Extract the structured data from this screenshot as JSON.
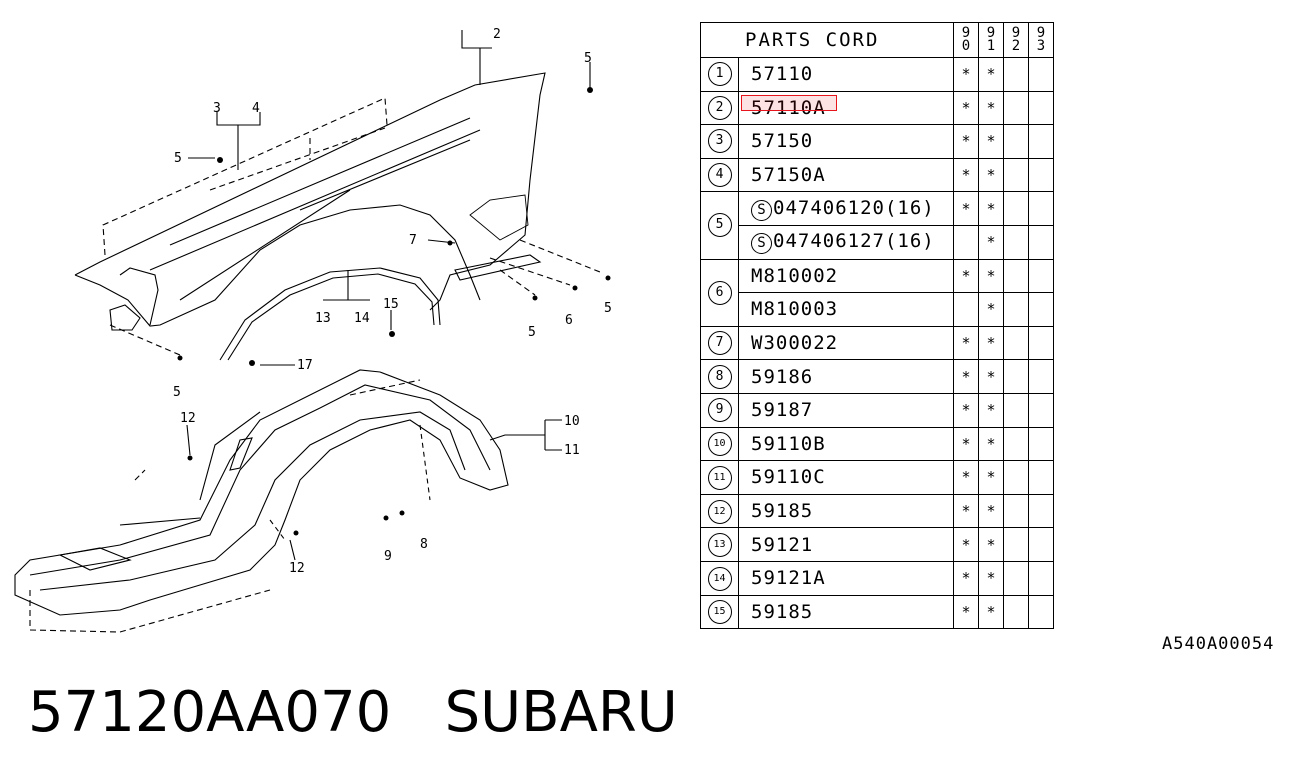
{
  "table": {
    "header_title": "PARTS CORD",
    "years": [
      [
        "9",
        "0"
      ],
      [
        "9",
        "1"
      ],
      [
        "9",
        "2"
      ],
      [
        "9",
        "3"
      ]
    ],
    "mark": "*",
    "rows": [
      {
        "num": "1",
        "code": "57110",
        "marks": [
          "*",
          "*",
          "",
          ""
        ]
      },
      {
        "num": "2",
        "code": "57110A",
        "marks": [
          "*",
          "*",
          "",
          ""
        ],
        "highlighted": true
      },
      {
        "num": "3",
        "code": "57150",
        "marks": [
          "*",
          "*",
          "",
          ""
        ]
      },
      {
        "num": "4",
        "code": "57150A",
        "marks": [
          "*",
          "*",
          "",
          ""
        ]
      },
      {
        "num": "5",
        "prefix": "S",
        "code": "047406120(16)",
        "marks": [
          "*",
          "*",
          "",
          ""
        ]
      },
      {
        "num": "",
        "prefix": "S",
        "code": "047406127(16)",
        "marks": [
          "",
          "*",
          "",
          ""
        ]
      },
      {
        "num": "6",
        "code": "M810002",
        "marks": [
          "*",
          "*",
          "",
          ""
        ]
      },
      {
        "num": "",
        "code": "M810003",
        "marks": [
          "",
          "*",
          "",
          ""
        ]
      },
      {
        "num": "7",
        "code": "W300022",
        "marks": [
          "*",
          "*",
          "",
          ""
        ]
      },
      {
        "num": "8",
        "code": "59186",
        "marks": [
          "*",
          "*",
          "",
          ""
        ]
      },
      {
        "num": "9",
        "code": "59187",
        "marks": [
          "*",
          "*",
          "",
          ""
        ]
      },
      {
        "num": "10",
        "code": "59110B",
        "marks": [
          "*",
          "*",
          "",
          ""
        ]
      },
      {
        "num": "11",
        "code": "59110C",
        "marks": [
          "*",
          "*",
          "",
          ""
        ]
      },
      {
        "num": "12",
        "code": "59185",
        "marks": [
          "*",
          "*",
          "",
          ""
        ]
      },
      {
        "num": "13",
        "code": "59121",
        "marks": [
          "*",
          "*",
          "",
          ""
        ]
      },
      {
        "num": "14",
        "code": "59121A",
        "marks": [
          "*",
          "*",
          "",
          ""
        ]
      },
      {
        "num": "15",
        "code": "59185",
        "marks": [
          "*",
          "*",
          "",
          ""
        ]
      }
    ]
  },
  "diagram_labels": {
    "l2": "2",
    "l3": "3",
    "l4": "4",
    "l5a": "5",
    "l5b": "5",
    "l5c": "5",
    "l5d": "5",
    "l5e": "5",
    "l6": "6",
    "l7": "7",
    "l8": "8",
    "l9": "9",
    "l10": "10",
    "l11": "11",
    "l12a": "12",
    "l12b": "12",
    "l13": "13",
    "l14": "14",
    "l15": "15",
    "l17": "17"
  },
  "reference_code": "A540A00054",
  "caption": {
    "part_number": "57120AA070",
    "brand": "SUBARU"
  },
  "colors": {
    "highlight": "#e8141c",
    "line": "#000000",
    "background": "#ffffff"
  }
}
